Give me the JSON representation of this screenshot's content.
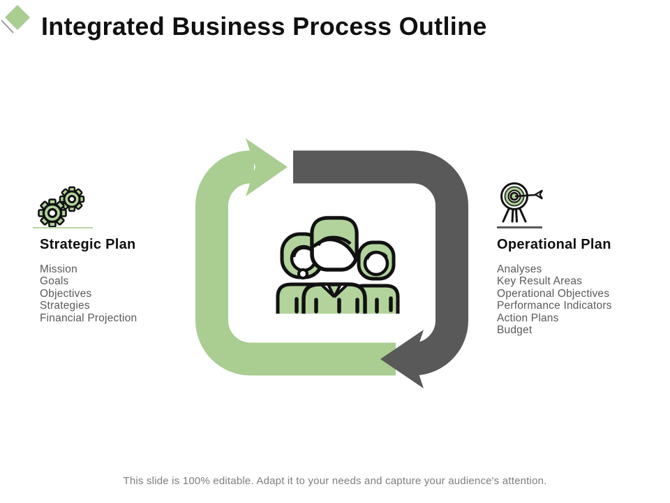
{
  "slide": {
    "title": "Integrated Business Process Outline",
    "logo": {
      "icon": "diamond-logo-icon",
      "color": "#aacd92"
    },
    "strategic": {
      "icon": "gears-icon",
      "heading": "Strategic Plan",
      "items": [
        "Mission",
        "Goals",
        "Objectives",
        "Strategies",
        "Financial Projection"
      ]
    },
    "operational": {
      "icon": "target-arrow-icon",
      "heading": "Operational Plan",
      "items": [
        "Analyses",
        "Key Result Areas",
        "Operational Objectives",
        "Performance Indicators",
        "Action Plans",
        "Budget"
      ]
    },
    "diagram": {
      "type": "cycle",
      "center_icon": "team-people-icon",
      "arrows": [
        {
          "name": "strategic-loop-arrow",
          "color": "#aacd92"
        },
        {
          "name": "operational-loop-arrow",
          "color": "#595959"
        }
      ]
    },
    "footer": "This slide is 100% editable. Adapt it to your needs and capture your audience's attention.",
    "colors": {
      "green": "#aacd92",
      "dark_gray": "#595959",
      "text_gray": "#595959",
      "footer_gray": "#7d7d7d"
    }
  }
}
